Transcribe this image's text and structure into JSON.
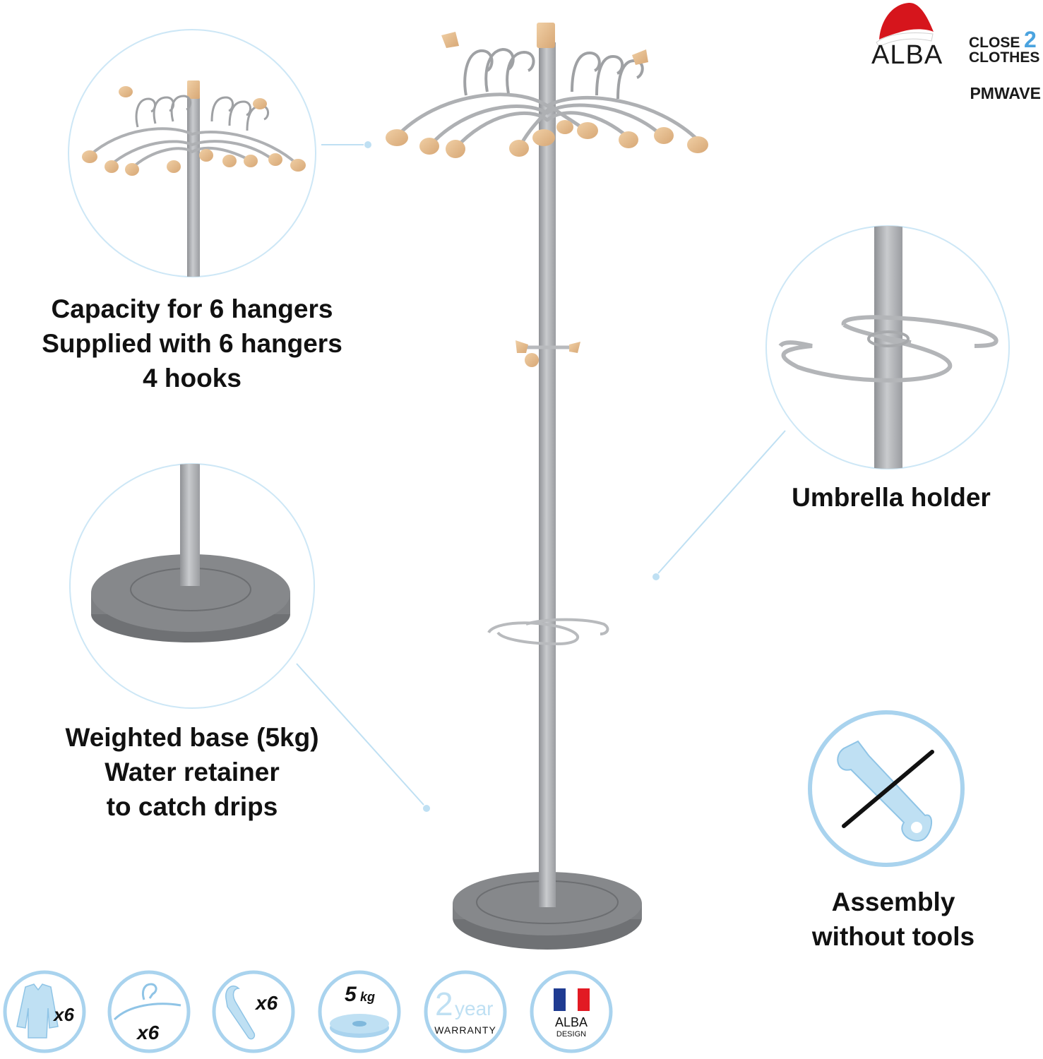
{
  "brand": {
    "logo_main": "ALBA",
    "logo_sub_line1": "CLOSE",
    "logo_sub_number": "2",
    "logo_sub_line2": "CLOTHES",
    "model": "PMWAVE"
  },
  "features": {
    "capacity": [
      "Capacity for 6 hangers",
      "Supplied with 6 hangers",
      "4 hooks"
    ],
    "umbrella": [
      "Umbrella holder"
    ],
    "base": [
      "Weighted base (5kg)",
      "Water retainer",
      "to catch drips"
    ],
    "assembly": [
      "Assembly",
      "without tools"
    ]
  },
  "badges": {
    "coats": "x6",
    "hangers": "x6",
    "hooks": "x6",
    "weight_number": "5",
    "weight_unit": "kg",
    "warranty_number": "2",
    "warranty_word": "year",
    "warranty_label": "WARRANTY",
    "design_brand": "ALBA",
    "design_label": "DESIGN"
  },
  "colors": {
    "accent_light_blue": "#bfe0f3",
    "ring_blue": "#a9d3ee",
    "metal": "#b3b5b8",
    "wood": "#e2b98a",
    "base_grey": "#7d7f82",
    "santa_red": "#d6151c"
  }
}
